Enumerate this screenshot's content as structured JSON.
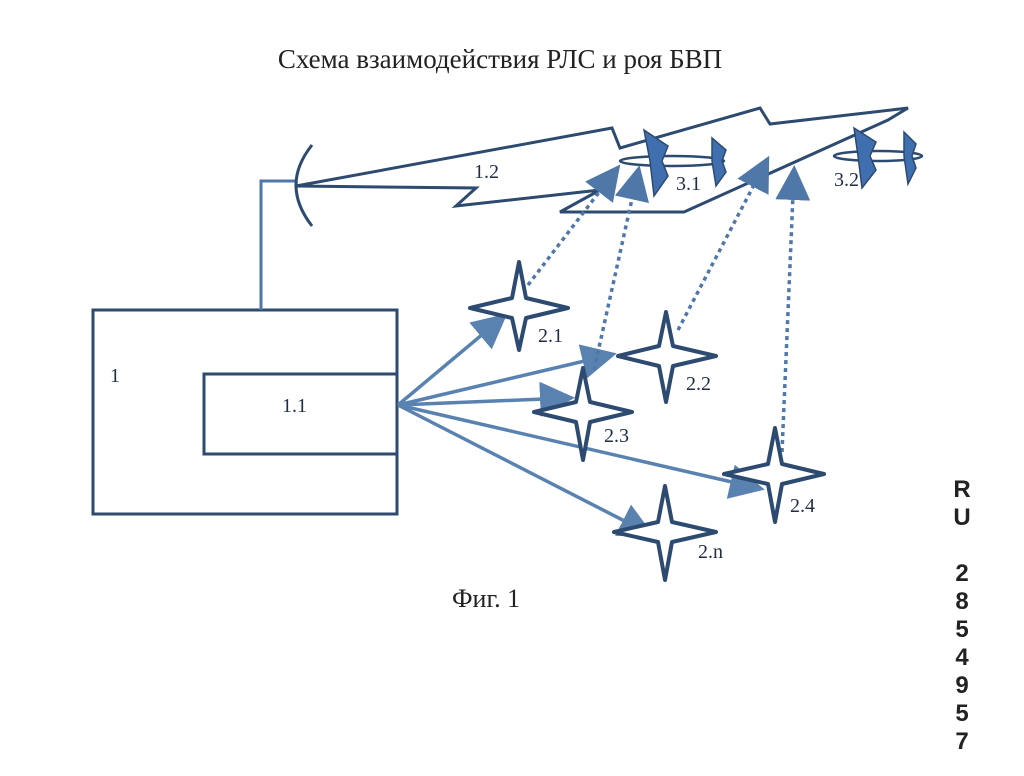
{
  "title": "Схема взаимодействия РЛС и роя БВП",
  "caption": "Фиг. 1",
  "patent_number": "RU 2854957",
  "labels": {
    "radar": "1",
    "controller": "1.1",
    "beam": "1.2",
    "target_1": "3.1",
    "target_2": "3.2",
    "uav_1": "2.1",
    "uav_2": "2.2",
    "uav_3": "2.3",
    "uav_4": "2.4",
    "uav_n": "2.n"
  },
  "colors": {
    "dark": "#2d4a70",
    "arrow": "#5a82b0",
    "dotted": "#4f77a8",
    "fill": "#3f6fae"
  }
}
